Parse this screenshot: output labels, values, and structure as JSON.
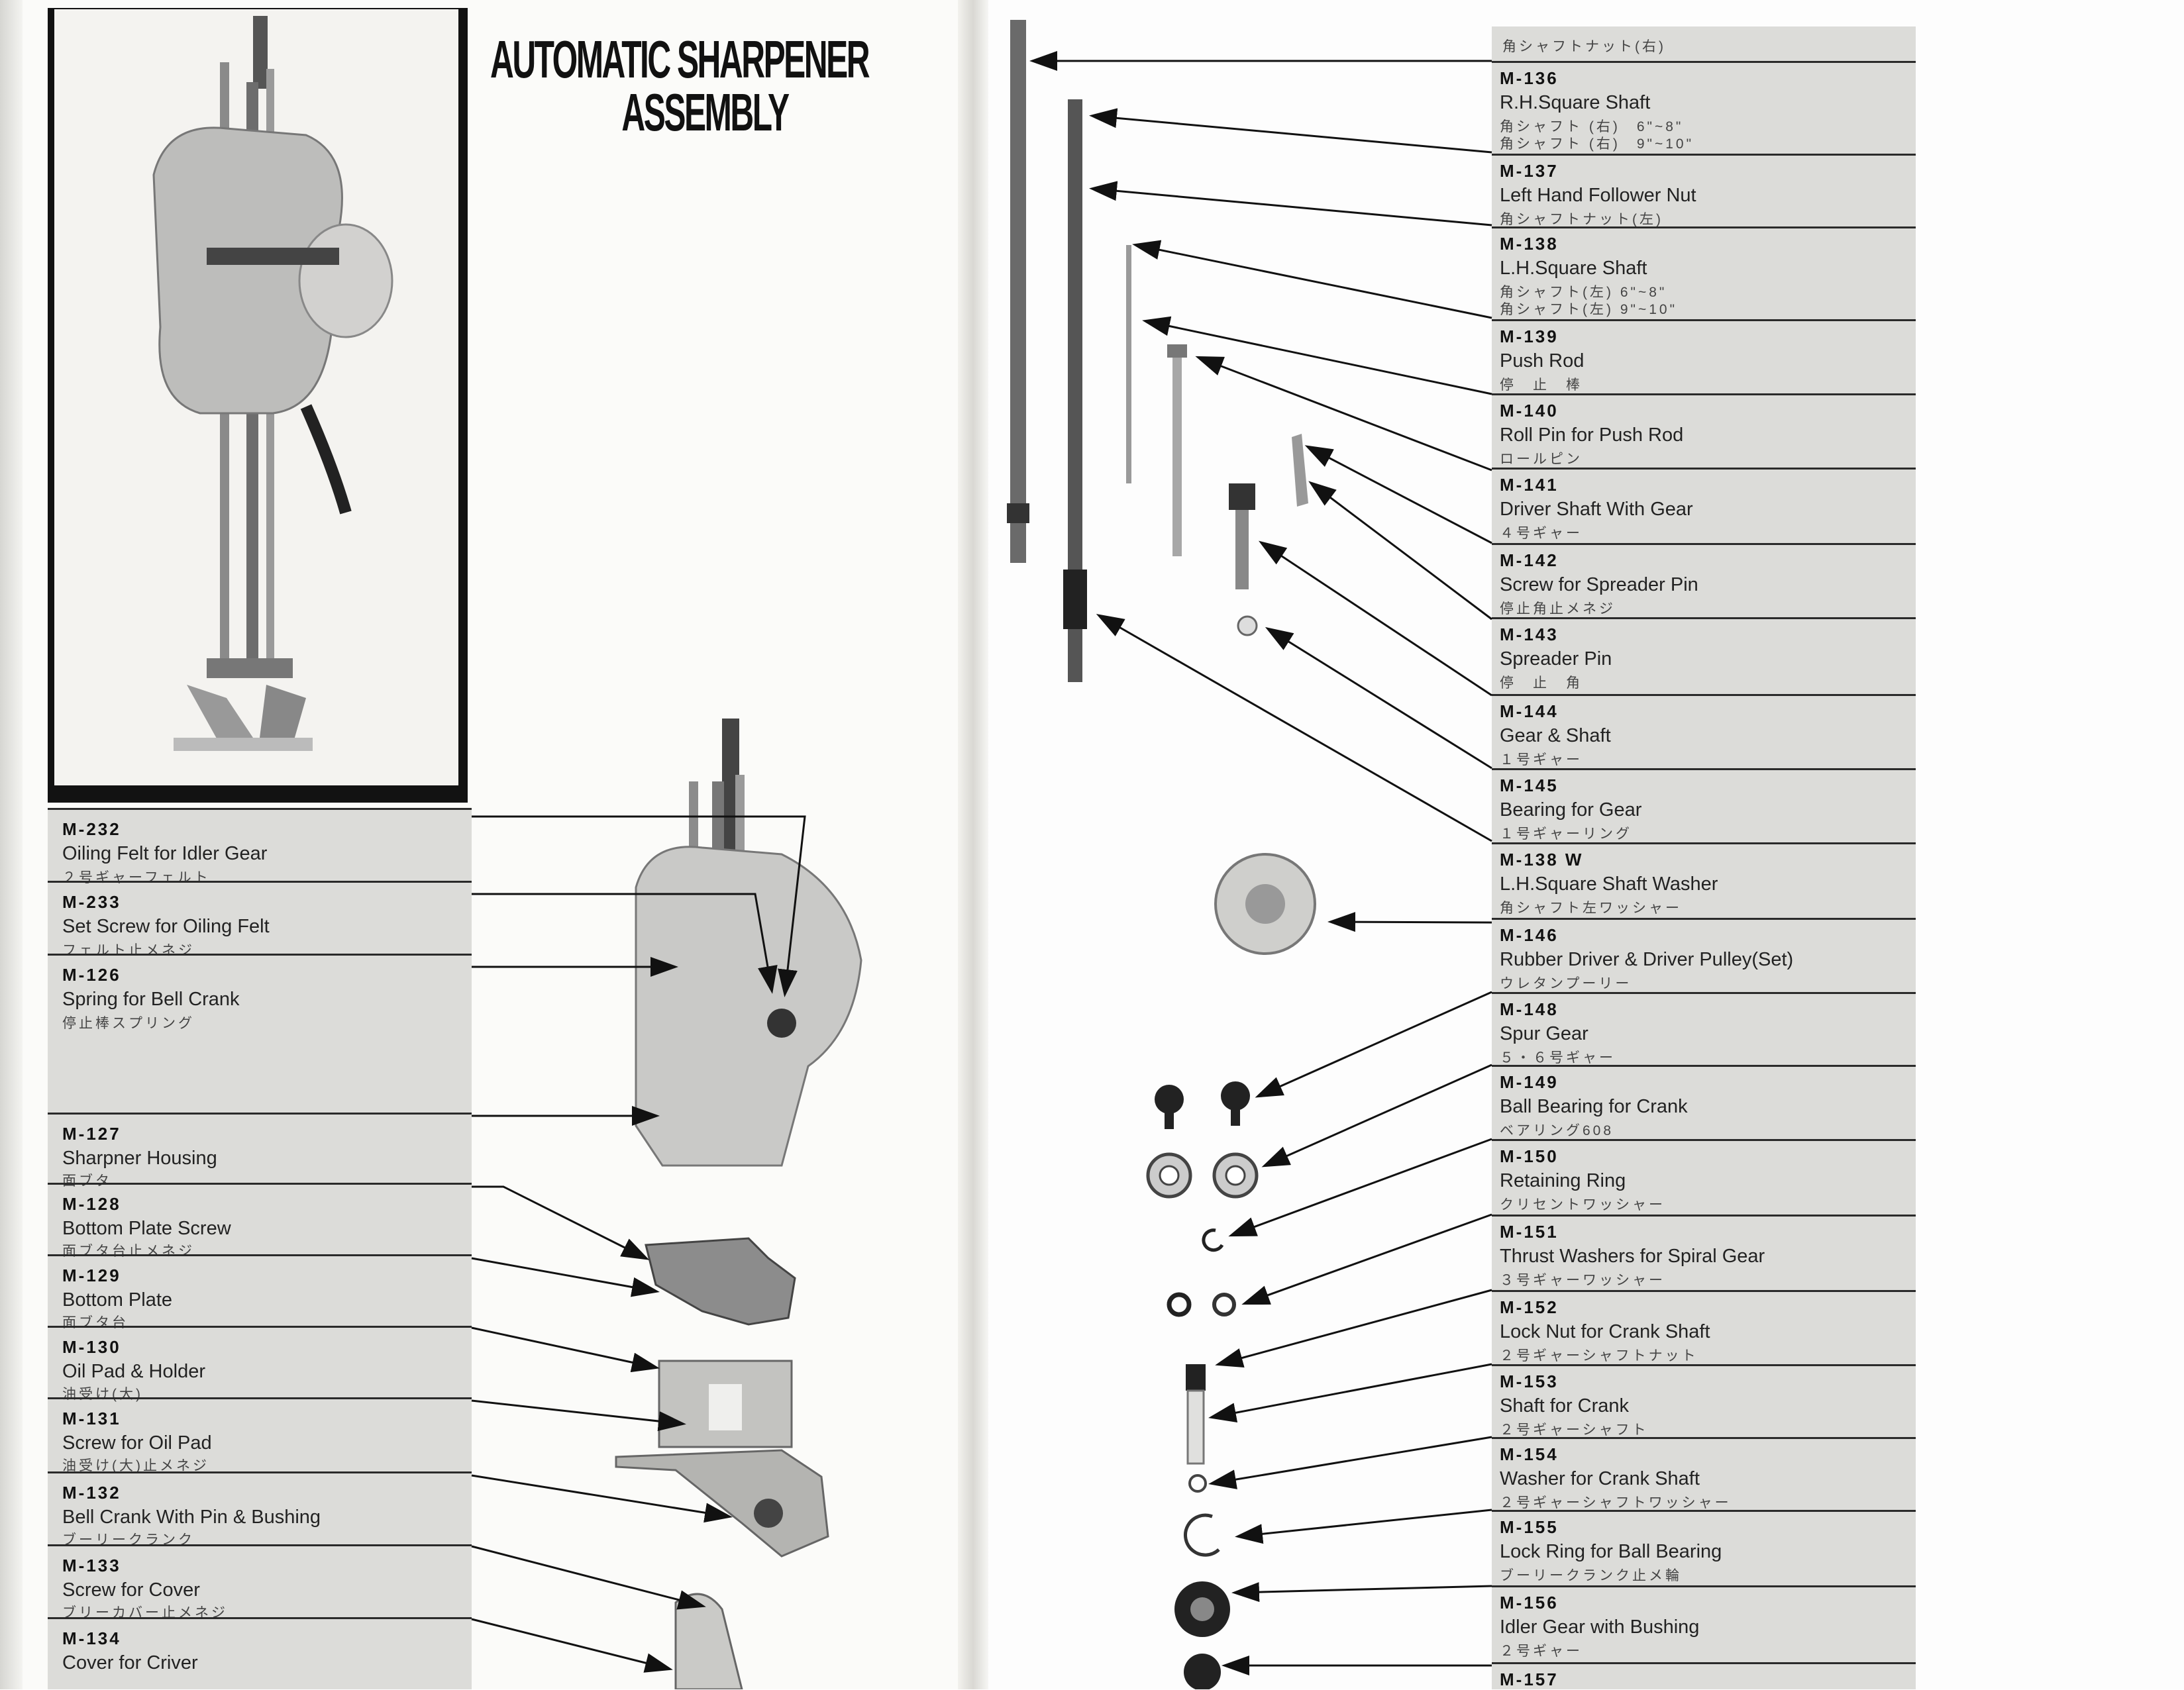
{
  "document": {
    "title_line1": "AUTOMATIC SHARPENER",
    "title_line2": "ASSEMBLY"
  },
  "left_parts": [
    {
      "code": "M-232",
      "name": "Oiling Felt for Idler Gear",
      "jp": "２号ギャーフェルト"
    },
    {
      "code": "M-233",
      "name": "Set Screw for Oiling Felt",
      "jp": "フェルト止メネジ"
    },
    {
      "code": "M-126",
      "name": "Spring for Bell Crank",
      "jp": "停止棒スプリング"
    },
    {
      "code": "M-127",
      "name": "Sharpner Housing",
      "jp": "面ブタ"
    },
    {
      "code": "M-128",
      "name": "Bottom Plate Screw",
      "jp": "面ブタ台止メネジ"
    },
    {
      "code": "M-129",
      "name": "Bottom Plate",
      "jp": "面ブタ台"
    },
    {
      "code": "M-130",
      "name": "Oil Pad & Holder",
      "jp": "油受け(大)"
    },
    {
      "code": "M-131",
      "name": "Screw for Oil Pad",
      "jp": "油受け(大)止メネジ"
    },
    {
      "code": "M-132",
      "name": "Bell Crank With Pin & Bushing",
      "jp": "ブーリークランク"
    },
    {
      "code": "M-133",
      "name": "Screw for Cover",
      "jp": "ブリーカバー止メネジ"
    },
    {
      "code": "M-134",
      "name": "Cover for Criver",
      "jp": ""
    }
  ],
  "right_top_jp": "角シャフトナット(右)",
  "right_parts": [
    {
      "code": "M-136",
      "name": "R.H.Square Shaft",
      "jp": "角シャフト (右)　6\"~8\"",
      "jp2": "角シャフト (右)　9\"~10\""
    },
    {
      "code": "M-137",
      "name": "Left Hand Follower Nut",
      "jp": "角シャフトナット(左)",
      "jp2": ""
    },
    {
      "code": "M-138",
      "name": "L.H.Square Shaft",
      "jp": "角シャフト(左) 6\"~8\"",
      "jp2": "角シャフト(左) 9\"~10\""
    },
    {
      "code": "M-139",
      "name": "Push Rod",
      "jp": "停　止　棒",
      "jp2": ""
    },
    {
      "code": "M-140",
      "name": "Roll Pin for Push Rod",
      "jp": "ロールピン",
      "jp2": ""
    },
    {
      "code": "M-141",
      "name": "Driver Shaft With Gear",
      "jp": "４号ギャー",
      "jp2": ""
    },
    {
      "code": "M-142",
      "name": "Screw for Spreader Pin",
      "jp": "停止角止メネジ",
      "jp2": ""
    },
    {
      "code": "M-143",
      "name": "Spreader  Pin",
      "jp": "停　止　角",
      "jp2": ""
    },
    {
      "code": "M-144",
      "name": "Gear & Shaft",
      "jp": "１号ギャー",
      "jp2": ""
    },
    {
      "code": "M-145",
      "name": "Bearing for Gear",
      "jp": "１号ギャーリング",
      "jp2": ""
    },
    {
      "code": "M-138 W",
      "name": "L.H.Square Shaft Washer",
      "jp": "角シャフト左ワッシャー",
      "jp2": ""
    },
    {
      "code": "M-146",
      "name": "Rubber Driver & Driver Pulley(Set)",
      "jp": "ウレタンプーリー",
      "jp2": ""
    },
    {
      "code": "M-148",
      "name": "Spur Gear",
      "jp": "５・６号ギャー",
      "jp2": ""
    },
    {
      "code": "M-149",
      "name": "Ball Bearing for Crank",
      "jp": "ベアリング608",
      "jp2": ""
    },
    {
      "code": "M-150",
      "name": "Retaining Ring",
      "jp": "クリセントワッシャー",
      "jp2": ""
    },
    {
      "code": "M-151",
      "name": "Thrust Washers for Spiral Gear",
      "jp": "３号ギャーワッシャー",
      "jp2": ""
    },
    {
      "code": "M-152",
      "name": "Lock Nut for Crank Shaft",
      "jp": "２号ギャーシャフトナット",
      "jp2": ""
    },
    {
      "code": "M-153",
      "name": "Shaft for Crank",
      "jp": "２号ギャーシャフト",
      "jp2": ""
    },
    {
      "code": "M-154",
      "name": "Washer for Crank Shaft",
      "jp": "２号ギャーシャフトワッシャー",
      "jp2": ""
    },
    {
      "code": "M-155",
      "name": "Lock Ring for Ball Bearing",
      "jp": "ブーリークランク止メ輪",
      "jp2": ""
    },
    {
      "code": "M-156",
      "name": "Idler Gear with Bushing",
      "jp": "２号ギャー",
      "jp2": ""
    },
    {
      "code": "M-157",
      "name": "",
      "jp": "",
      "jp2": ""
    }
  ],
  "colors": {
    "panel": "#dcdcd9",
    "rule": "#2a2a2a",
    "ink": "#111111"
  }
}
